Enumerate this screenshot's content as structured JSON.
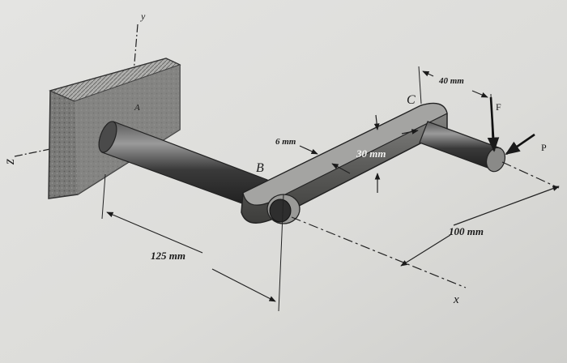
{
  "figure": {
    "axes": {
      "x": "x",
      "y": "y",
      "z": "z"
    },
    "points": {
      "A": "A",
      "B": "B",
      "C": "C"
    },
    "forces": {
      "F": "F",
      "P": "P"
    },
    "dimensions": {
      "thickness": "6 mm",
      "width": "30 mm",
      "offset": "40 mm",
      "arm_length": "100 mm",
      "shaft_length": "125 mm"
    }
  }
}
